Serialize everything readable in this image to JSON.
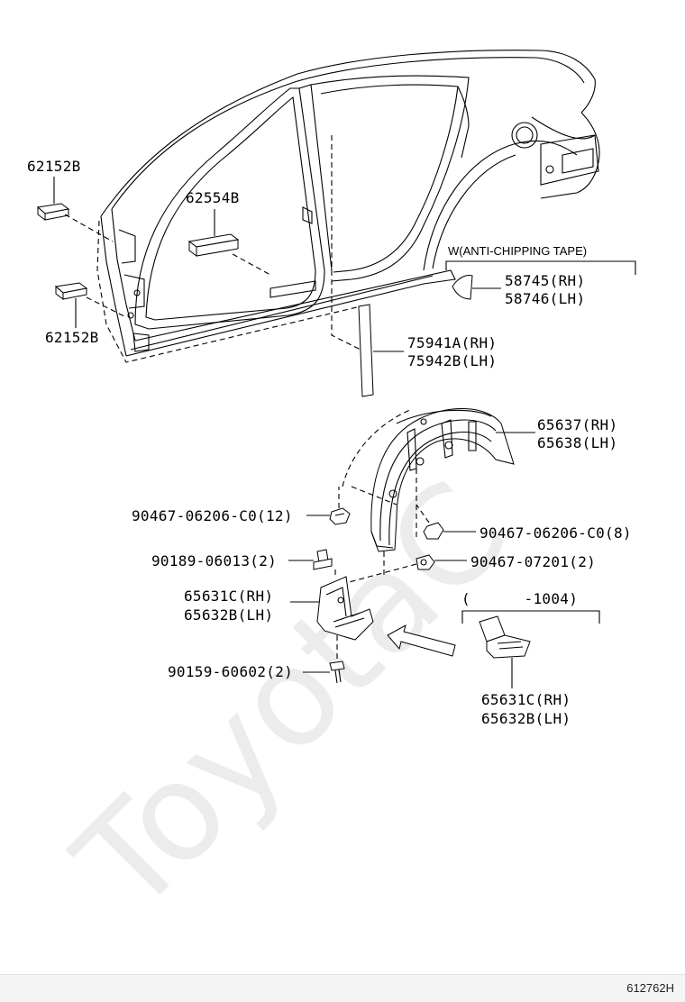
{
  "watermark": "ToyotaC",
  "diagram_code": "612762H",
  "callouts": {
    "seal_upper": "62152B",
    "seal_lower": "62152B",
    "seal_door": "62554B",
    "tape_note": "W(ANTI-CHIPPING TAPE)",
    "tape_rh": "58745(RH)",
    "tape_lh": "58746(LH)",
    "molding_rh": "75941A(RH)",
    "molding_lh": "75942B(LH)",
    "liner_rh": "65637(RH)",
    "liner_lh": "65638(LH)",
    "clip_12": "90467-06206-C0(12)",
    "clip_8": "90467-06206-C0(8)",
    "bolt_90189": "90189-06013(2)",
    "clip_07201": "90467-07201(2)",
    "guard_rh": "65631C(RH)",
    "guard_lh": "65632B(LH)",
    "screw_90159": "90159-60602(2)",
    "range_note": "(      -1004)",
    "guard2_rh": "65631C(RH)",
    "guard2_lh": "65632B(LH)"
  }
}
